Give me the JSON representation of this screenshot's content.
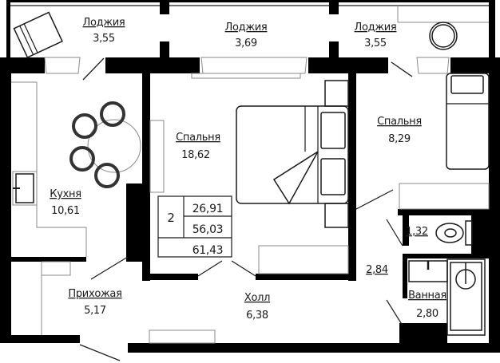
{
  "plan": {
    "rooms_count": "2",
    "area_living": "26,91",
    "area_total": "56,03",
    "area_with_loggias": "61,43",
    "colors": {
      "wall": "#000000",
      "background": "#ffffff",
      "furniture": "#8a8a8a",
      "text": "#1a1a1a"
    }
  },
  "rooms": {
    "loggia_left": {
      "name": "Лоджия",
      "area": "3,55"
    },
    "loggia_center": {
      "name": "Лоджия",
      "area": "3,69"
    },
    "loggia_right": {
      "name": "Лоджия",
      "area": "3,55"
    },
    "kitchen": {
      "name": "Кухня",
      "area": "10,61"
    },
    "bedroom_large": {
      "name": "Спальня",
      "area": "18,62"
    },
    "bedroom_small": {
      "name": "Спальня",
      "area": "8,29"
    },
    "wc": {
      "name": "",
      "area": "1,32"
    },
    "corridor": {
      "name": "",
      "area": "2,84"
    },
    "bathroom": {
      "name": "Ванная",
      "area": "2,80"
    },
    "entrance": {
      "name": "Прихожая",
      "area": "5,17"
    },
    "hall": {
      "name": "Холл",
      "area": "6,38"
    }
  }
}
